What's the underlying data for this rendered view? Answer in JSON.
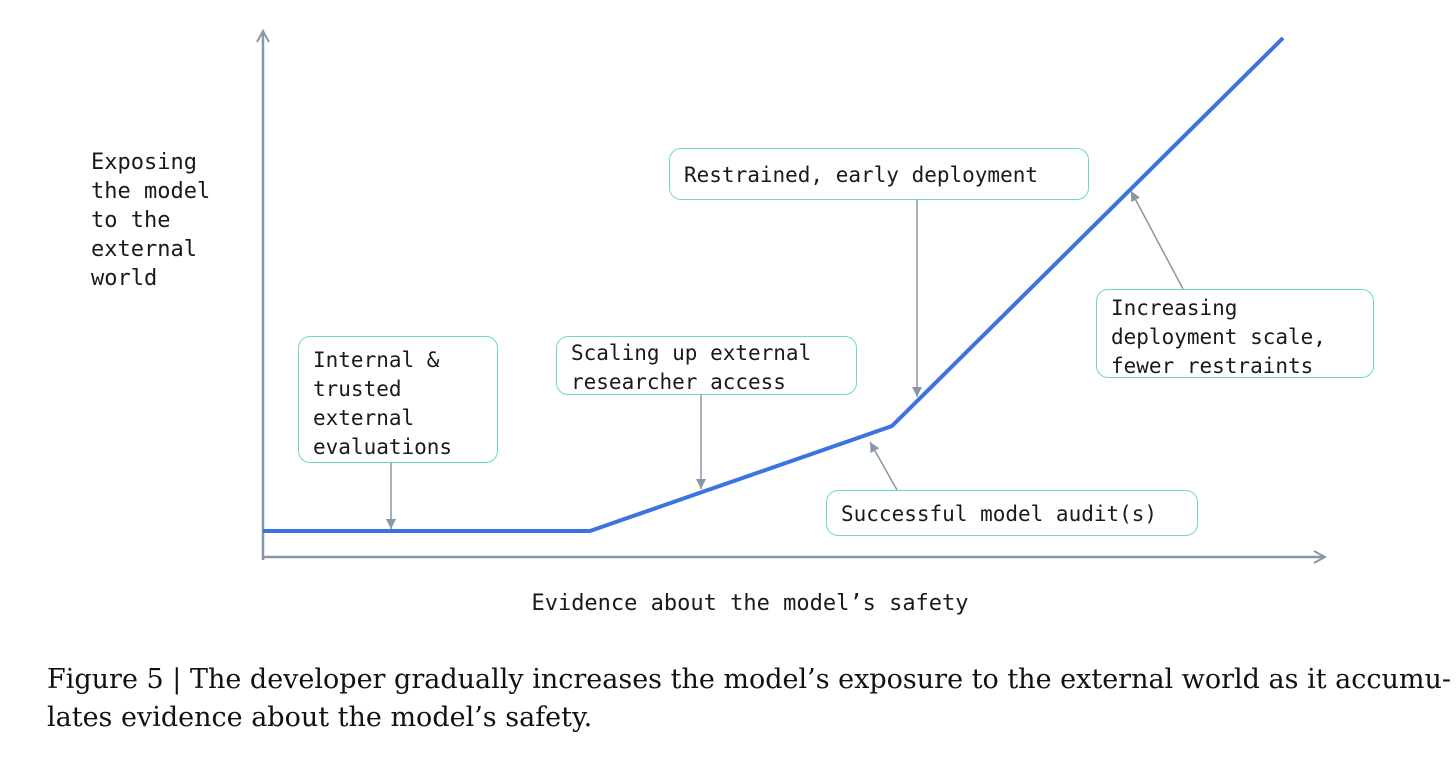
{
  "diagram": {
    "y_axis_label": [
      "Exposing",
      "the model",
      "to the",
      "external",
      "world"
    ],
    "x_axis_label": "Evidence about the model’s safety",
    "annotations": {
      "internal": [
        "Internal &",
        "trusted",
        "external",
        "evaluations"
      ],
      "scaling": [
        "Scaling up external",
        "researcher access"
      ],
      "restrained": "Restrained, early deployment",
      "increasing": [
        "Increasing",
        "deployment scale,",
        "fewer restraints"
      ],
      "audit": "Successful model audit(s)"
    },
    "colors": {
      "curve": "#3b73e0",
      "axis": "#8797a6",
      "box_border": "#6fd6cc",
      "arrow": "#8797a6"
    }
  },
  "caption": {
    "line1": "Figure 5 | The developer gradually increases the model’s exposure to the external world as it accumu-",
    "line2": "lates evidence about the model’s safety."
  }
}
